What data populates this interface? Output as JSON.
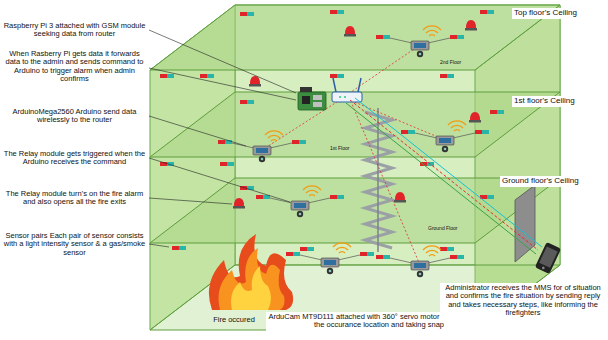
{
  "diagram": {
    "labels": [
      "Raspberry Pi 3 attached with GSM module seeking data from router",
      "When Rasberry Pi gets data it forwards data to the admin and sends command to Arduino to trigger alarm when admin confirms",
      "ArduinoMega2560 Arduino send data wirelessly to the router",
      "The Relay module gets triggered when the Arduino receives the command",
      "The Relay module turn's on the fire alarm and also opens all the fire exits",
      "Sensor pairs Each pair of sensor consists with a light intensity sensor & a gas/smoke sensor",
      "Fire occured",
      "ArduCam MT9D111 attached with 360° servo motor rotated toward the occurance location and taking snap",
      "Top floor's Ceiling",
      "1st floor's Ceiling",
      "Ground floor's Ceiling",
      "Administrator receives the MMS for of situation and confirms the fire situation by sending reply and takes necessary steps, like informing the firefighters",
      "2nd Floor",
      "1st Floor",
      "Ground Floor"
    ]
  }
}
